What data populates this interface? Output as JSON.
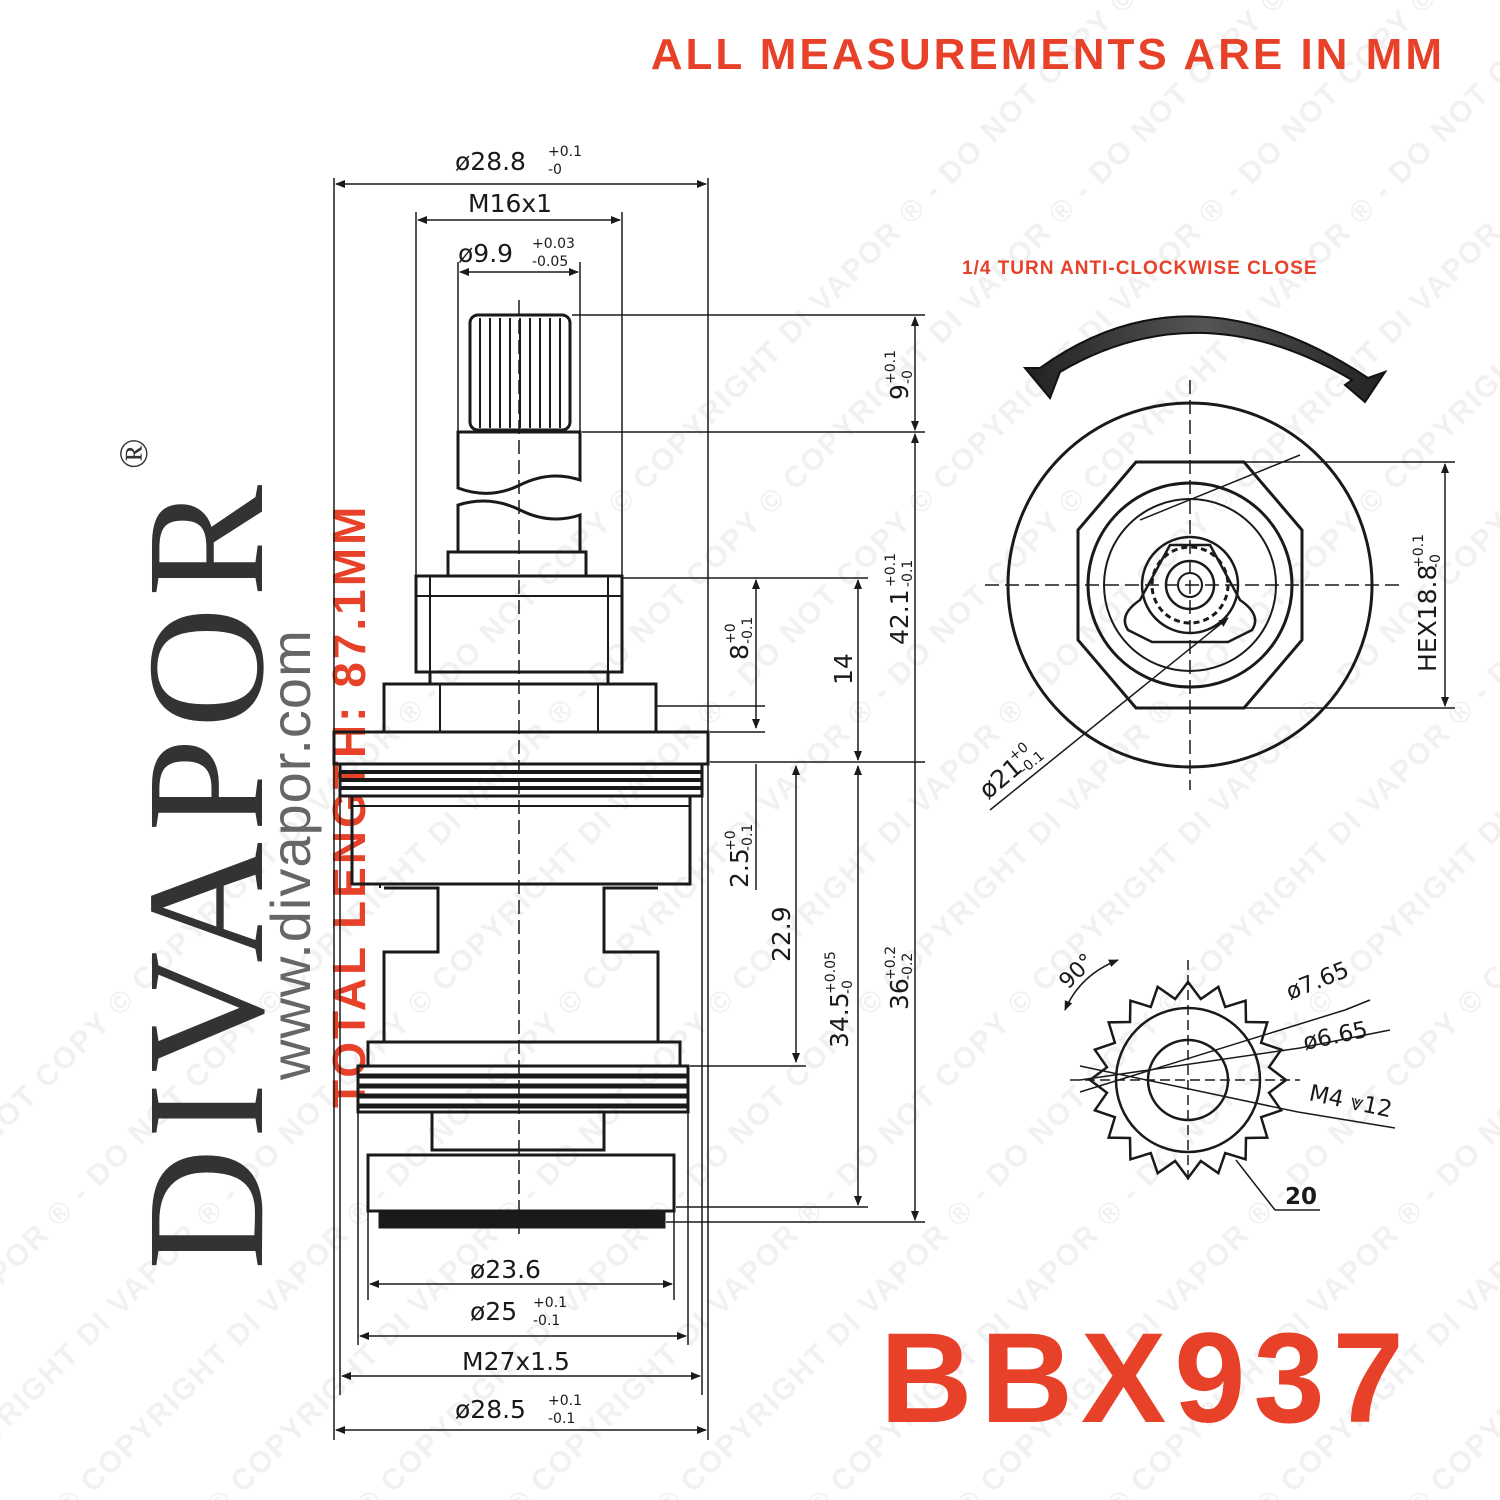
{
  "colors": {
    "accent": "#e8412a",
    "line": "#1a1a1a",
    "brand": "#333333",
    "website": "#666666"
  },
  "header": {
    "title": "ALL MEASUREMENTS ARE IN MM"
  },
  "brand": {
    "name": "DIVAPOR",
    "registered": "®",
    "website": "www.divapor.com"
  },
  "total_length": "TOTAL LENGTH: 87.1MM",
  "rotation_note": "1/4 TURN ANTI-CLOCKWISE CLOSE",
  "model": "BBX937",
  "watermark": "© COPYRIGHT DI VAPOR ® - DO NOT COPY",
  "side_view": {
    "dims_top": {
      "d288": "ø28.8",
      "d288_tol_up": "+0.1",
      "d288_tol_dn": "-0",
      "m16": "M16x1",
      "d99": "ø9.9",
      "d99_tol_up": "+0.03",
      "d99_tol_dn": "-0.05"
    },
    "dims_bottom": {
      "d236": "ø23.6",
      "d25": "ø25",
      "d25_tol_up": "+0.1",
      "d25_tol_dn": "-0.1",
      "m27": "M27x1.5",
      "d285": "ø28.5",
      "d285_tol_up": "+0.1",
      "d285_tol_dn": "-0.1"
    },
    "dims_vertical": {
      "v9": "9",
      "v9_tol_up": "+0.1",
      "v9_tol_dn": "-0",
      "v421": "42.1",
      "v421_tol_up": "+0.1",
      "v421_tol_dn": "-0.1",
      "v8": "8",
      "v8_tol_up": "+0",
      "v8_tol_dn": "-0.1",
      "v14": "14",
      "v25": "2.5",
      "v25_tol_up": "+0",
      "v25_tol_dn": "-0.1",
      "v229": "22.9",
      "v345": "34.5",
      "v345_tol_up": "+0.05",
      "v345_tol_dn": "-0",
      "v36": "36",
      "v36_tol_up": "+0.2",
      "v36_tol_dn": "-0.2"
    }
  },
  "top_view": {
    "hex": "HEX18.8",
    "hex_tol_up": "+0.1",
    "hex_tol_dn": "-0",
    "d21": "ø21",
    "d21_tol_up": "+0",
    "d21_tol_dn": "-0.1"
  },
  "spline_view": {
    "angle": "90°",
    "d765": "ø7.65",
    "d665": "ø6.65",
    "m4": "M4 ⩔12",
    "teeth": "20"
  }
}
